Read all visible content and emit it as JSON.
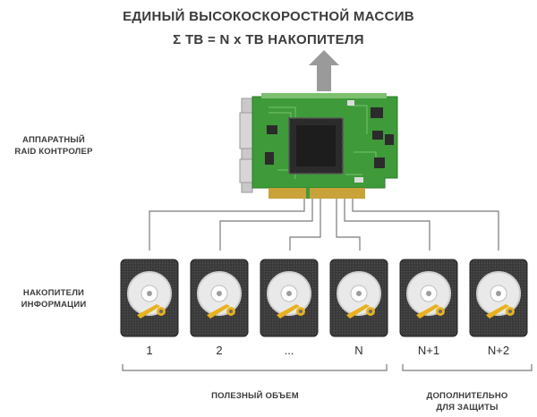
{
  "title_line1": "ЕДИНЫЙ ВЫСОКОСКОРОСТНОЙ МАССИВ",
  "title_line2": "Σ ТВ = N x ТВ НАКОПИТЕЛЯ",
  "labels": {
    "controller_l1": "АППАРАТНЫЙ",
    "controller_l2": "RAID КОНТРОЛЕР",
    "drives_l1": "НАКОПИТЕЛИ",
    "drives_l2": "ИНФОРМАЦИИ"
  },
  "drives": [
    {
      "label": "1"
    },
    {
      "label": "2"
    },
    {
      "label": "..."
    },
    {
      "label": "N"
    },
    {
      "label": "N+1"
    },
    {
      "label": "N+2"
    }
  ],
  "groups": {
    "useful": "ПОЛЕЗНЫЙ ОБЪЕМ",
    "protection_l1": "ДОПОЛНИТЕЛЬНО",
    "protection_l2": "ДЛЯ ЗАЩИТЫ"
  },
  "colors": {
    "pcb": "#3f9a3a",
    "chip": "#2b2b2b",
    "drive_body": "#3a3a3a",
    "platter": "#f0f0f0",
    "actuator": "#e8b21f",
    "arrow": "#9a9a9a",
    "line": "#7a7a7a"
  }
}
